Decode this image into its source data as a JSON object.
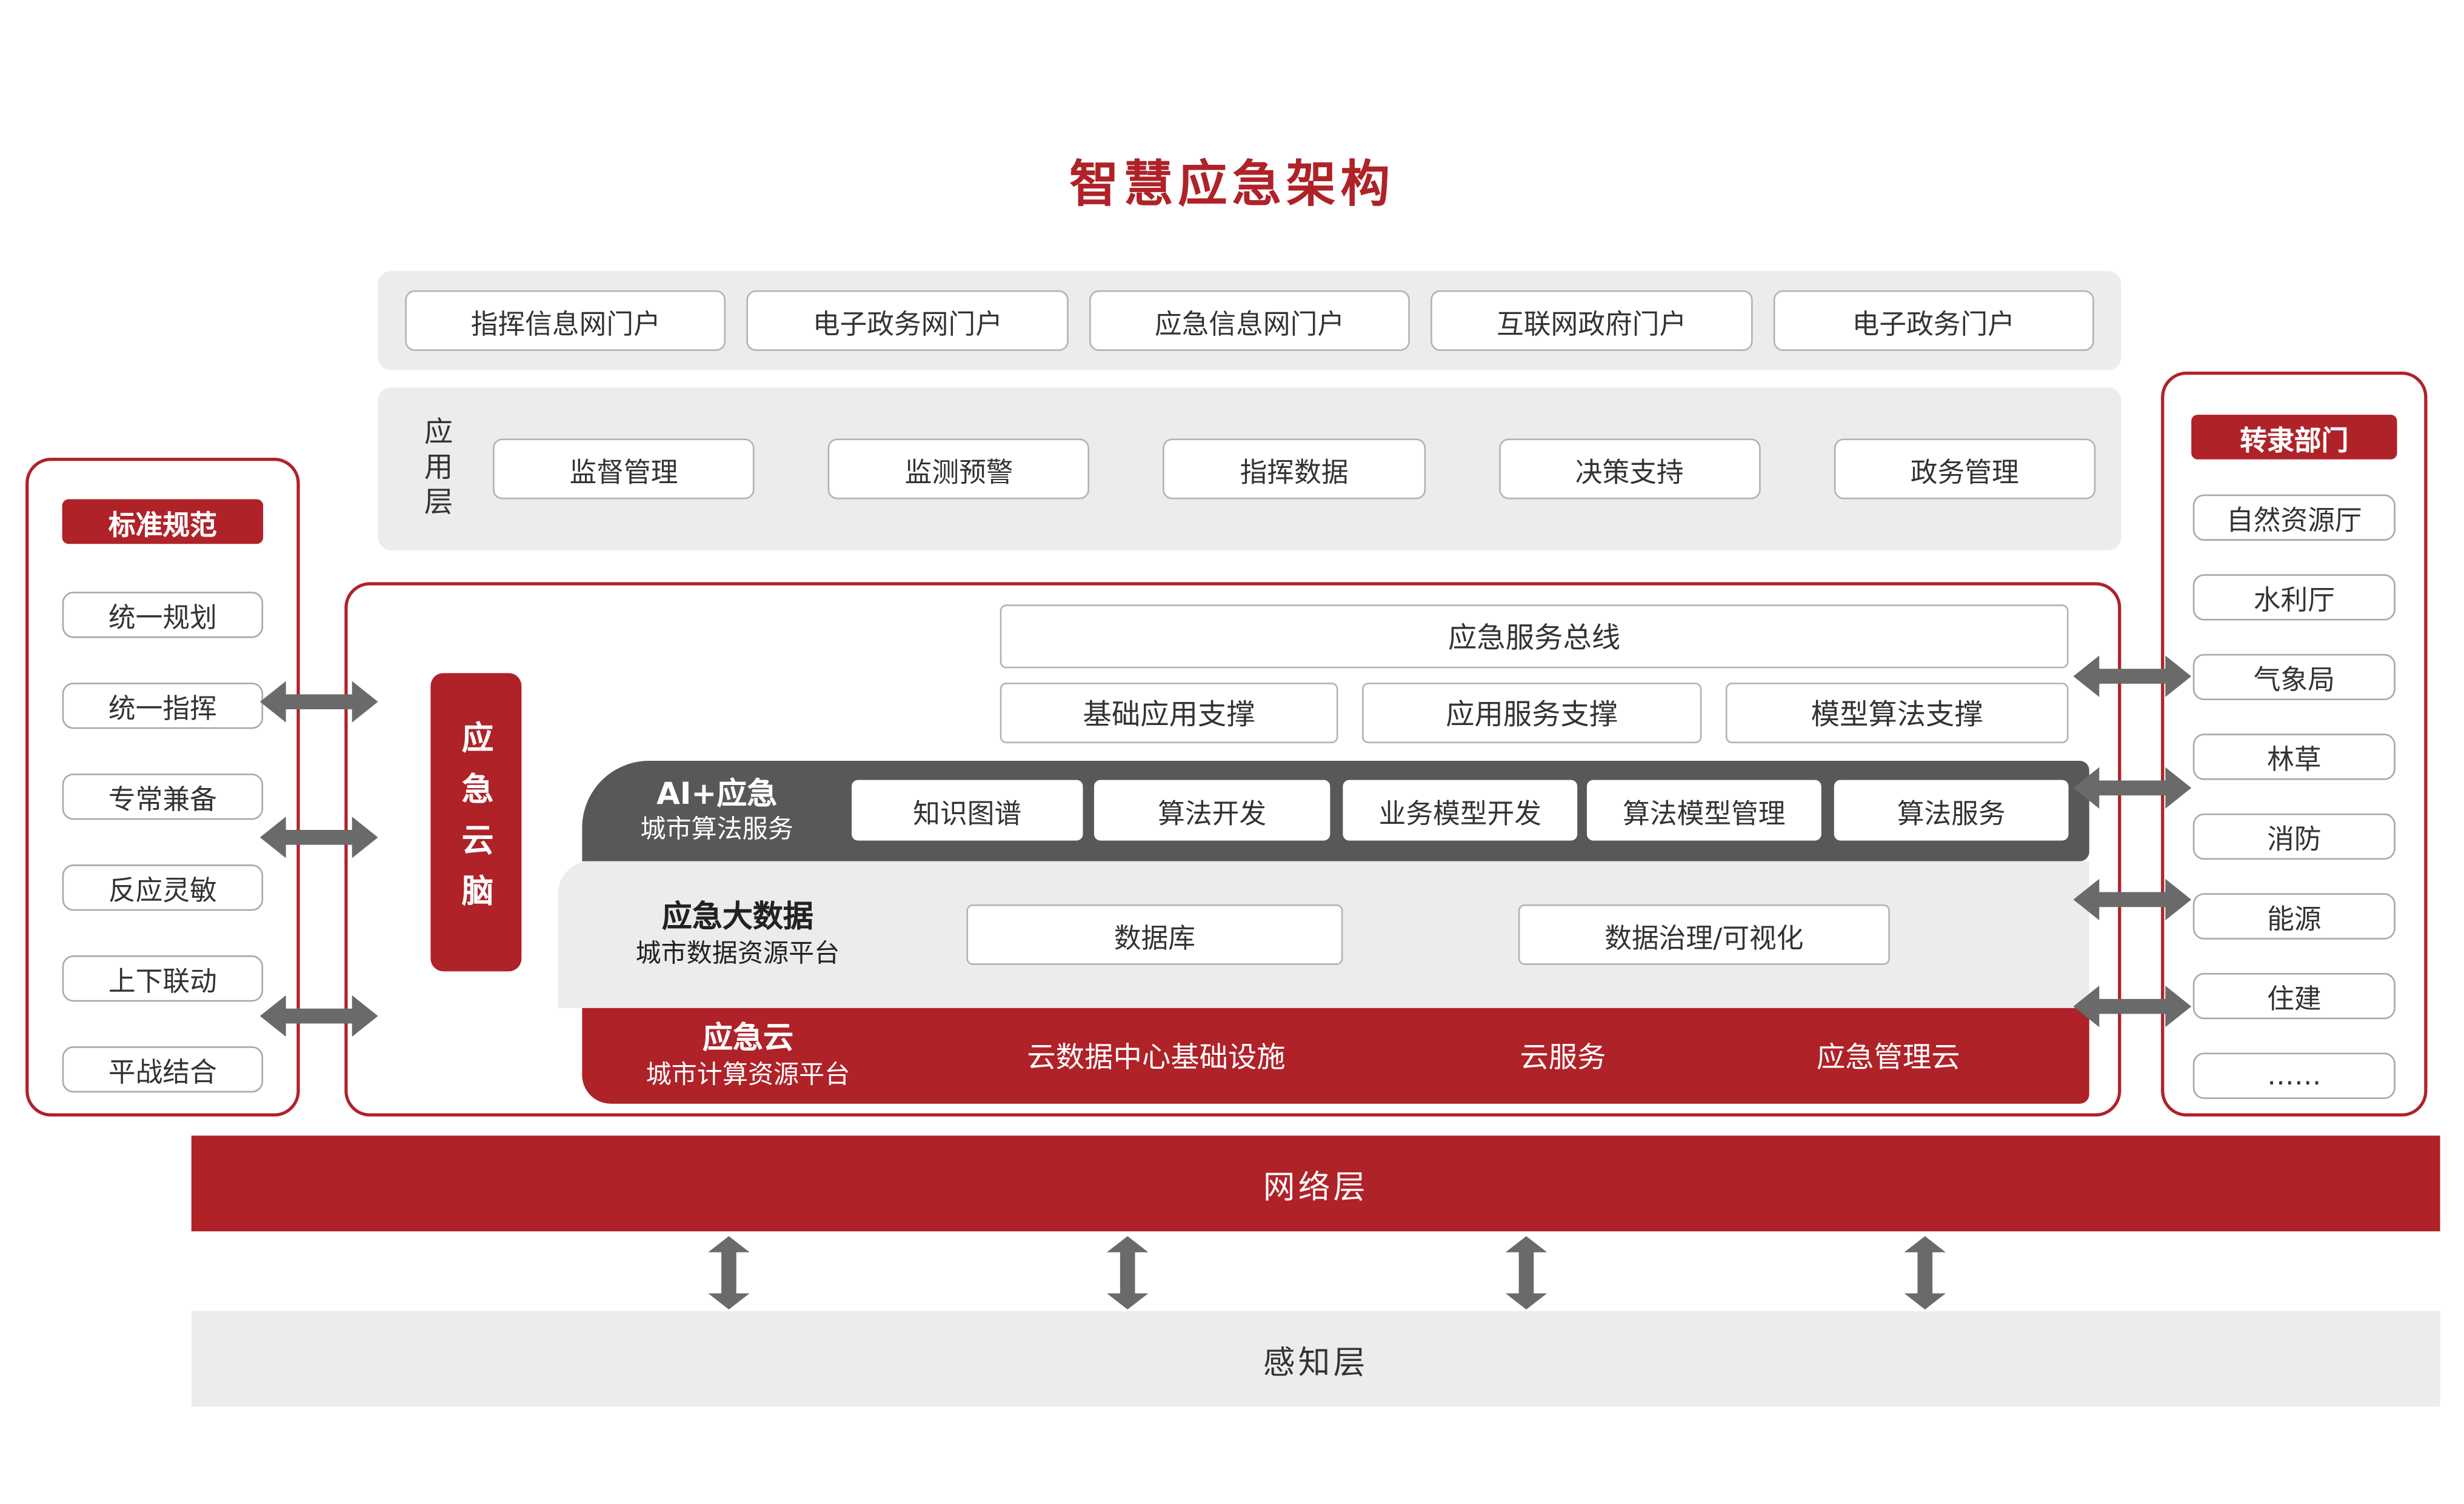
{
  "title": "智慧应急架构",
  "colors": {
    "red": "#AF2228",
    "dark": "#58585A",
    "panel_gray": "#ECECEC",
    "arrow_gray": "#6A6A6A"
  },
  "portals": [
    "指挥信息网门户",
    "电子政务网门户",
    "应急信息网门户",
    "互联网政府门户",
    "电子政务门户"
  ],
  "application_layer": {
    "label": "应用层",
    "items": [
      "监督管理",
      "监测预警",
      "指挥数据",
      "决策支持",
      "政务管理"
    ]
  },
  "standards": {
    "header": "标准规范",
    "items": [
      "统一规划",
      "统一指挥",
      "专常兼备",
      "反应灵敏",
      "上下联动",
      "平战结合"
    ]
  },
  "departments": {
    "header": "转隶部门",
    "items": [
      "自然资源厅",
      "水利厅",
      "气象局",
      "林草",
      "消防",
      "能源",
      "住建",
      "……"
    ]
  },
  "cloud_brain": {
    "label": "应急云脑"
  },
  "service_bus": "应急服务总线",
  "supports": [
    "基础应用支撑",
    "应用服务支撑",
    "模型算法支撑"
  ],
  "ai_band": {
    "title": "AI+应急",
    "subtitle": "城市算法服务",
    "items": [
      "知识图谱",
      "算法开发",
      "业务模型开发",
      "算法模型管理",
      "算法服务"
    ]
  },
  "bigdata_band": {
    "title": "应急大数据",
    "subtitle": "城市数据资源平台",
    "items": [
      "数据库",
      "数据治理/可视化"
    ]
  },
  "cloud_band": {
    "title": "应急云",
    "subtitle": "城市计算资源平台",
    "items": [
      "云数据中心基础设施",
      "云服务",
      "应急管理云"
    ]
  },
  "network_layer": "网络层",
  "perception_layer": "感知层"
}
